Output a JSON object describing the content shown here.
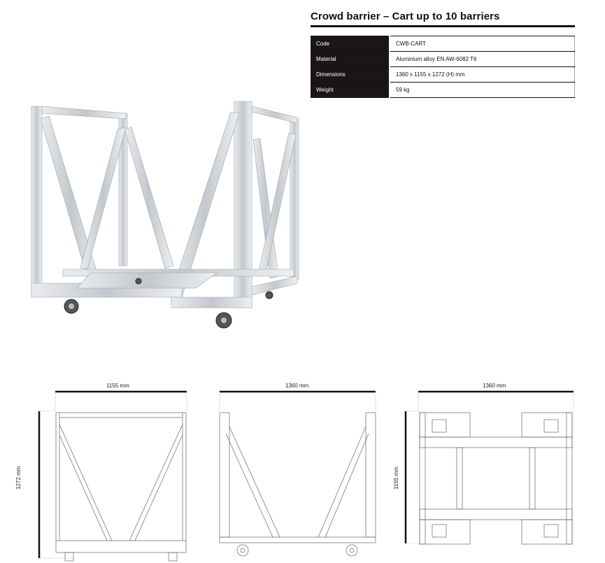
{
  "title": "Crowd barrier – Cart up to 10 barriers",
  "specs": [
    {
      "label": "Code",
      "value": "CWB-CART"
    },
    {
      "label": "Material",
      "value": "Aluminium alloy EN AW-6082 T6"
    },
    {
      "label": "Dimensions",
      "value": "1360 x 1155 x 1272 (H) mm"
    },
    {
      "label": "Weight",
      "value": "59 kg"
    }
  ],
  "drawings": {
    "front": {
      "width_label": "1155 mm",
      "height_label": "1272 mm"
    },
    "side": {
      "width_label": "1360 mm"
    },
    "top": {
      "width_label": "1360 mm",
      "height_label": "1155 mm"
    }
  }
}
